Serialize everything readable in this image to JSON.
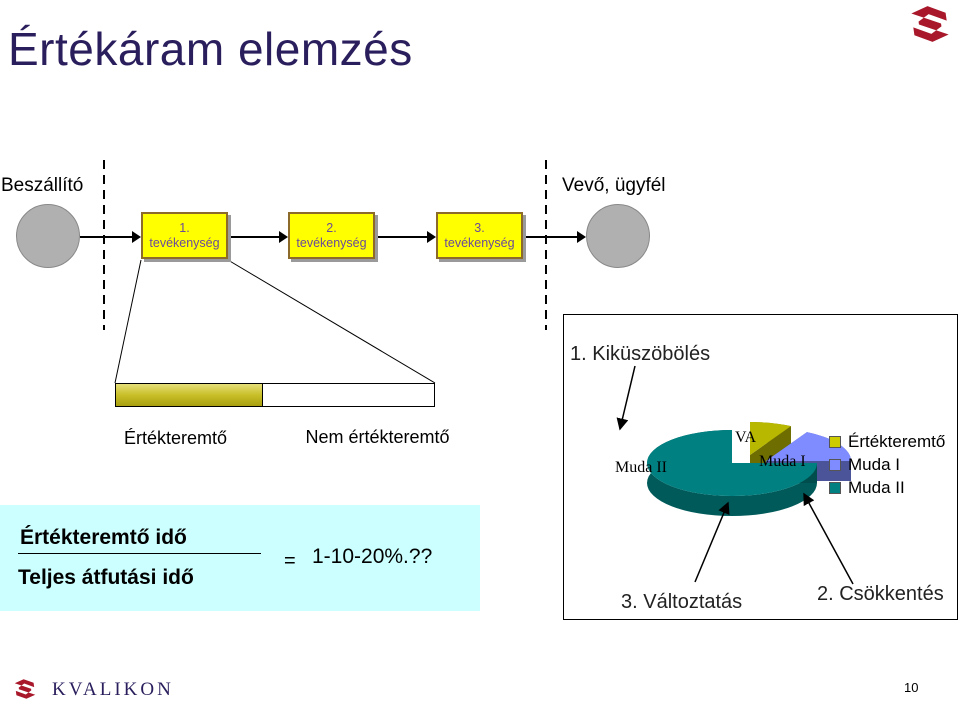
{
  "title": "Értékáram elemzés",
  "supplier_label": "Beszállító",
  "customer_label": "Vevő, ügyfél",
  "activities": [
    {
      "num": "1.",
      "label": "tevékenység"
    },
    {
      "num": "2.",
      "label": "tevékenység"
    },
    {
      "num": "3.",
      "label": "tevékenység"
    }
  ],
  "timeline": {
    "value_adding_share": 0.46,
    "value_adding_label": "Értékteremtő",
    "non_value_adding_label": "Nem értékteremtő"
  },
  "ratio": {
    "numerator": "Értékteremtő idő",
    "denominator": "Teljes átfutási idő",
    "equals": "=",
    "value": "1-10-20%.??"
  },
  "inset": {
    "elimination_label": "1. Kiküszöbölés",
    "change_label": "3. Változtatás",
    "reduction_label": "2. Csökkentés"
  },
  "chart_data": {
    "type": "pie",
    "slices": [
      {
        "label": "VA",
        "value": 8,
        "color": "#b8b800"
      },
      {
        "label": "Muda I",
        "value": 17,
        "color": "#7f8cff"
      },
      {
        "label": "Muda II",
        "value": 75,
        "color": "#008080"
      }
    ],
    "legend": {
      "placement": "right",
      "entries": [
        {
          "label": "Értékteremtő",
          "color": "#cccc00"
        },
        {
          "label": "Muda I",
          "color": "#7f8cff"
        },
        {
          "label": "Muda II",
          "color": "#008080"
        }
      ]
    }
  },
  "footer": {
    "brand": "KVALIKON",
    "page_number": "10",
    "brand_color": "#2a1e5c",
    "accent_color": "#c0202a"
  }
}
